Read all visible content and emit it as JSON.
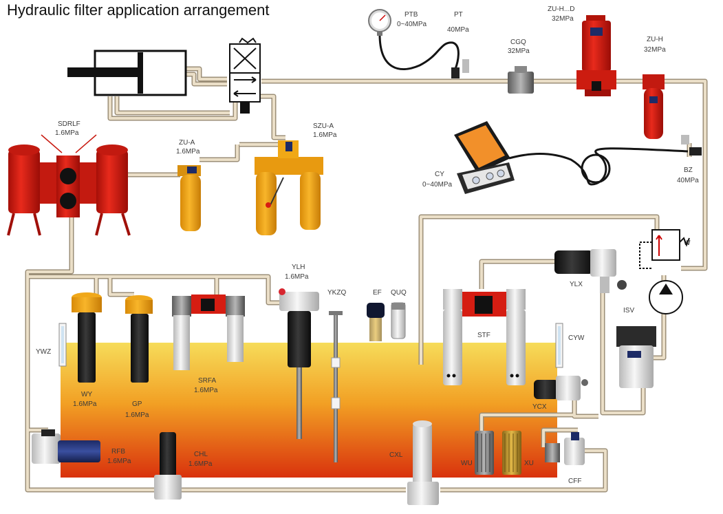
{
  "title": "Hydraulic filter application arrangement",
  "colors": {
    "pipe": "#e9dcc4",
    "pipe_edge": "#9c8f78",
    "red_filter": "#d81c12",
    "yellow_filter": "#f2a312",
    "tank_top": "#f3d34a",
    "tank_bottom": "#d8300e",
    "black_element": "#1f1f1f"
  },
  "labels": {
    "sdrlf": {
      "name": "SDRLF",
      "pressure": "1.6MPa"
    },
    "zu_a": {
      "name": "ZU-A",
      "pressure": "1.6MPa"
    },
    "szu_a": {
      "name": "SZU-A",
      "pressure": "1.6MPa"
    },
    "ptb": {
      "name": "PTB",
      "pressure": "0~40MPa"
    },
    "pt": {
      "name": "PT",
      "pressure": "40MPa"
    },
    "cgq": {
      "name": "CGQ",
      "pressure": "32MPa"
    },
    "zu_h_d": {
      "name": "ZU-H...D",
      "pressure": "32MPa"
    },
    "zu_h": {
      "name": "ZU-H",
      "pressure": "32MPa"
    },
    "cy": {
      "name": "CY",
      "pressure": "0~40MPa"
    },
    "bz": {
      "name": "BZ",
      "pressure": "40MPa"
    },
    "w": {
      "name": "W"
    },
    "ylh": {
      "name": "YLH",
      "pressure": "1.6MPa"
    },
    "ykzq": {
      "name": "YKZQ"
    },
    "ef": {
      "name": "EF"
    },
    "quq": {
      "name": "QUQ"
    },
    "stf": {
      "name": "STF"
    },
    "ylx": {
      "name": "YLX"
    },
    "isv": {
      "name": "ISV"
    },
    "cyw": {
      "name": "CYW"
    },
    "ywz": {
      "name": "YWZ"
    },
    "wy": {
      "name": "WY",
      "pressure": "1.6MPa"
    },
    "gp": {
      "name": "GP",
      "pressure": "1.6MPa"
    },
    "srfa": {
      "name": "SRFA",
      "pressure": "1.6MPa"
    },
    "ycx": {
      "name": "YCX"
    },
    "rfb": {
      "name": "RFB",
      "pressure": "1.6MPa"
    },
    "chl": {
      "name": "CHL",
      "pressure": "1.6MPa"
    },
    "cxl": {
      "name": "CXL"
    },
    "wu": {
      "name": "WU"
    },
    "xu": {
      "name": "XU"
    },
    "cff": {
      "name": "CFF"
    }
  }
}
